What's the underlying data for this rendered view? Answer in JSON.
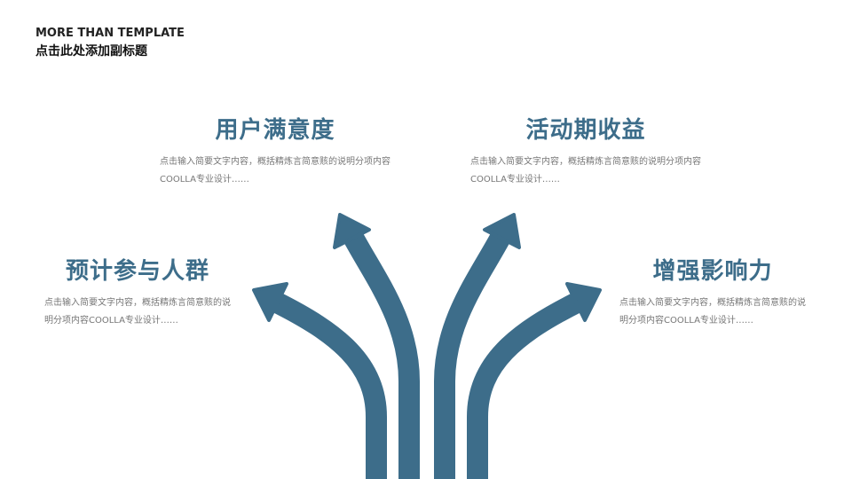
{
  "header": {
    "title": "MORE THAN TEMPLATE",
    "subtitle": "点击此处添加副标题"
  },
  "accent": "#3d6d8a",
  "items": [
    {
      "title": "用户满意度",
      "desc": "点击输入简要文字内容，概括精炼言简意赅的说明分项内容COOLLA专业设计……"
    },
    {
      "title": "活动期收益",
      "desc": "点击输入简要文字内容，概括精炼言简意赅的说明分项内容COOLLA专业设计……"
    },
    {
      "title": "预计参与人群",
      "desc": "点击输入简要文字内容，概括精炼言简意赅的说明分项内容COOLLA专业设计……"
    },
    {
      "title": "增强影响力",
      "desc": "点击输入简要文字内容，概括精炼言简意赅的说明分项内容COOLLA专业设计……"
    }
  ]
}
